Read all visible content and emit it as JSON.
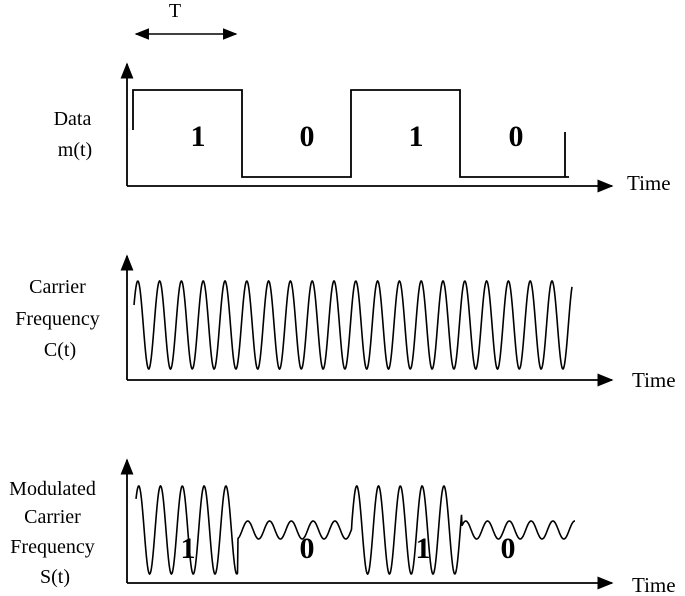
{
  "period_label": "T",
  "panels": [
    {
      "key": "data",
      "label_lines": [
        "Data",
        "m(t)"
      ],
      "axis_label": "Time",
      "bits": [
        "1",
        "0",
        "1",
        "0"
      ]
    },
    {
      "key": "carrier",
      "label_lines": [
        "Carrier",
        "Frequency",
        "C(t)"
      ],
      "axis_label": "Time"
    },
    {
      "key": "modulated",
      "label_lines": [
        "Modulated",
        "Carrier",
        "Frequency",
        "S(t)"
      ],
      "axis_label": "Time",
      "bits": [
        "1",
        "0",
        "1",
        "0"
      ]
    }
  ]
}
